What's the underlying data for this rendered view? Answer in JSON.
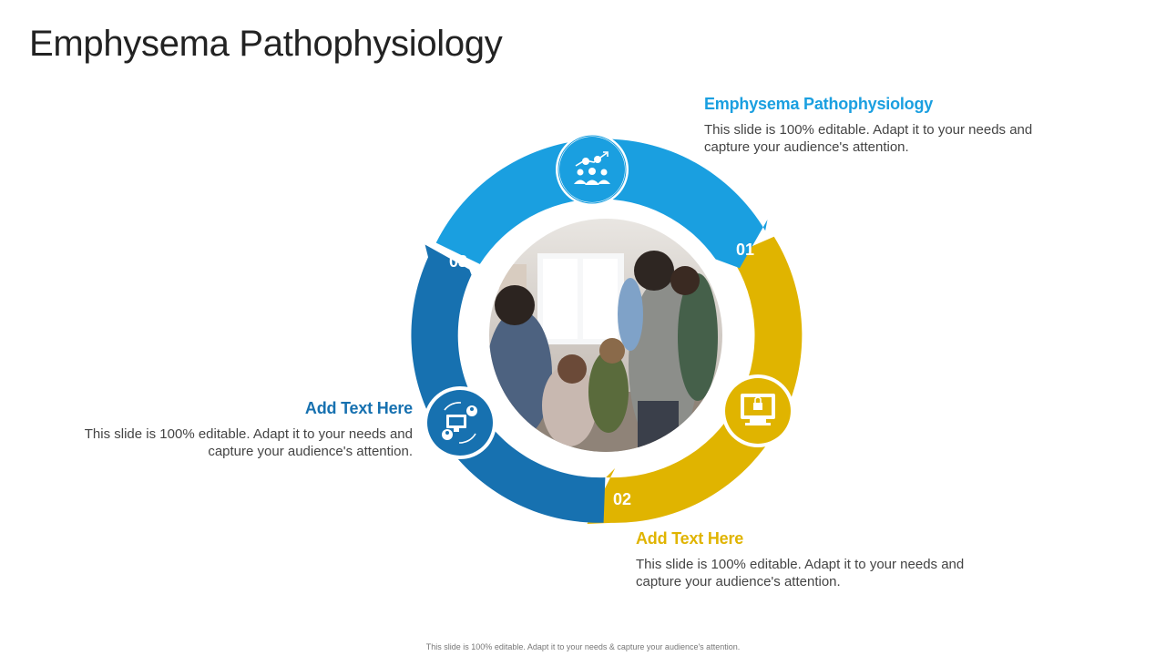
{
  "slide": {
    "title": "Emphysema Pathophysiology",
    "footer": "This slide is 100% editable. Adapt it to your needs & capture your audience's attention."
  },
  "steps": [
    {
      "number": "01",
      "color": "#1a9fe0",
      "icon": "people-money-icon",
      "heading": "Emphysema Pathophysiology",
      "body": "This slide is 100% editable. Adapt it to your needs and capture your audience's attention."
    },
    {
      "number": "02",
      "color": "#e0b400",
      "icon": "secure-computer-icon",
      "heading": "Add Text Here",
      "body": "This slide is 100% editable. Adapt it to your needs and capture your audience's attention."
    },
    {
      "number": "03",
      "color": "#1771b0",
      "icon": "user-monitor-network-icon",
      "heading": "Add Text Here",
      "body": "This slide is 100% editable. Adapt it to your needs and capture your audience's attention."
    }
  ],
  "center_image": {
    "icon": "team-meeting-photo"
  }
}
